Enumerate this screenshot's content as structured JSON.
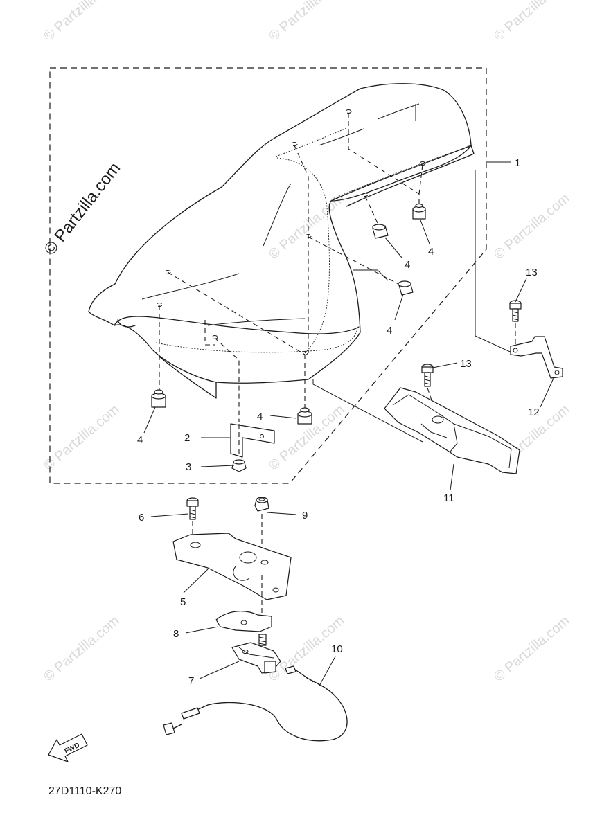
{
  "diagram_code": "27D1110-K270",
  "forward_arrow_label": "FWD",
  "watermark": {
    "main": "© Partzilla.com",
    "tile": "© Partzilla.com"
  },
  "callouts": {
    "p1": "1",
    "p2": "2",
    "p3": "3",
    "p4a": "4",
    "p4b": "4",
    "p4c": "4",
    "p4d": "4",
    "p4e": "4",
    "p5": "5",
    "p6": "6",
    "p7": "7",
    "p8": "8",
    "p9": "9",
    "p10": "10",
    "p11": "11",
    "p12": "12",
    "p13a": "13",
    "p13b": "13"
  }
}
